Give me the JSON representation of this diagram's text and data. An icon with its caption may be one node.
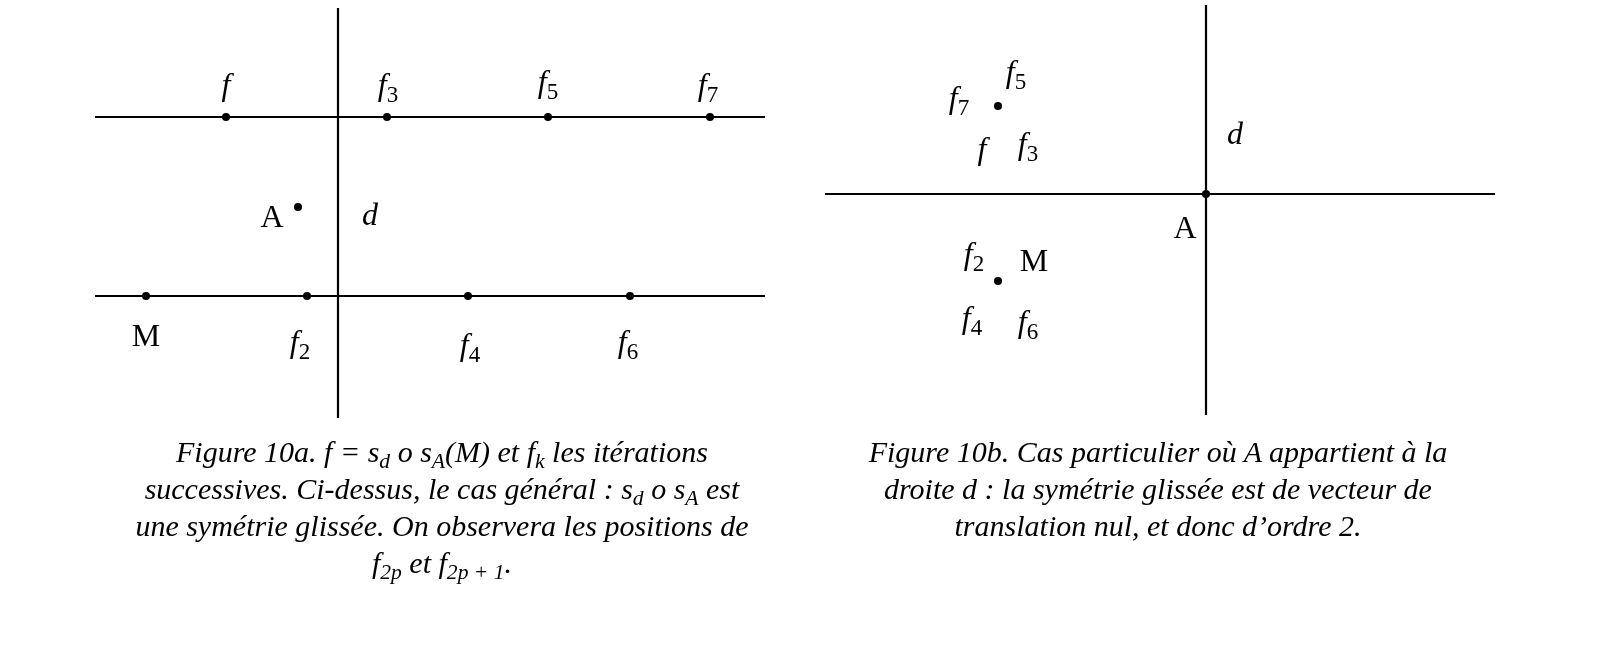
{
  "diagram": {
    "labels": [
      "f",
      "f$_{3}$",
      "f$_{5}$",
      "f$_{7}$",
      "A",
      "d",
      "M",
      "f$_{2}$",
      "f$_{4}$",
      "f$_{6}$",
      "f$_{5}$",
      "f$_{7}$",
      "f",
      "f$_{3}$",
      "d",
      "A",
      "f$_{2}$",
      "M",
      "f$_{4}$",
      "f$_{6}$",
      "Figure 10a. f = s$_{d}$ o s$_{A}$(M) et f$_{k}$ les itérations successives. Ci-dessus, le cas général : s$_{d}$ o s$_{A}$ est une symétrie glissée. On observera les positions de f$_{2p}$ et f$_{2p + 1}$.",
      "Figure 10b. Cas particulier où A appartient à la droite d : la symétrie glissée est de vecteur de translation nul, et donc d’ordre 2."
    ]
  }
}
